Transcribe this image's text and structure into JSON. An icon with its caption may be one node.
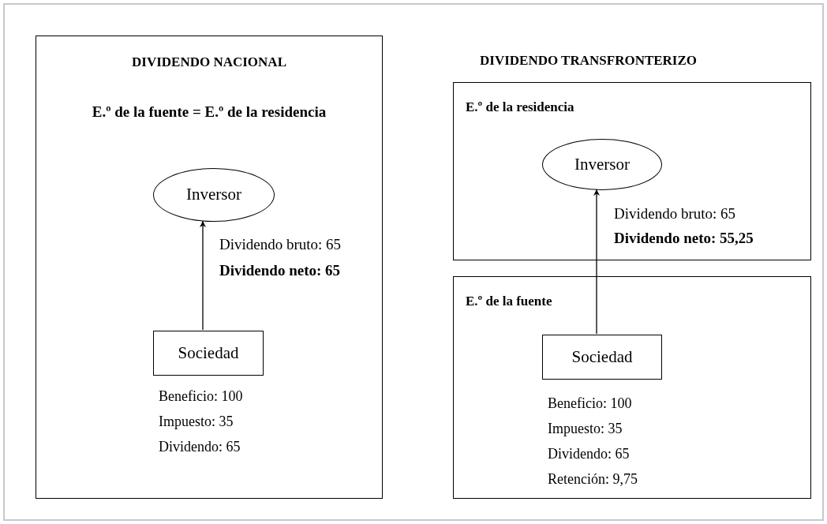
{
  "diagram": {
    "nodes": [
      {
        "text": [
          "DIVIDENDO NACIONAL",
          "E.º de la fuente = E.º de la residencia"
        ]
      },
      {
        "text": [
          "Inversor"
        ],
        "in": 0
      },
      {
        "text": [
          "Sociedad"
        ],
        "in": 0,
        "beside": [
          "Beneficio: 100",
          "Impuesto: 35",
          "Dividendo: 65"
        ]
      },
      {
        "text": [
          "E.º de la residencia"
        ]
      },
      {
        "text": [
          "Inversor"
        ],
        "in": 3
      },
      {
        "text": [
          "E.º de la fuente"
        ]
      },
      {
        "text": [
          "Sociedad"
        ],
        "in": 5,
        "beside": [
          "Beneficio: 100",
          "Impuesto: 35",
          "Dividendo: 65",
          "Retención: 9,75"
        ]
      }
    ],
    "edges": [
      {
        "from": 2,
        "to": 1,
        "arrow": "to"
      },
      {
        "from": 6,
        "to": 4,
        "arrow": "to"
      }
    ],
    "labels": [
      "Dividendo bruto: 65",
      "Dividendo neto: 65",
      "DIVIDENDO TRANSFRONTERIZO",
      "Dividendo bruto: 65",
      "Dividendo neto: 55,25"
    ]
  }
}
